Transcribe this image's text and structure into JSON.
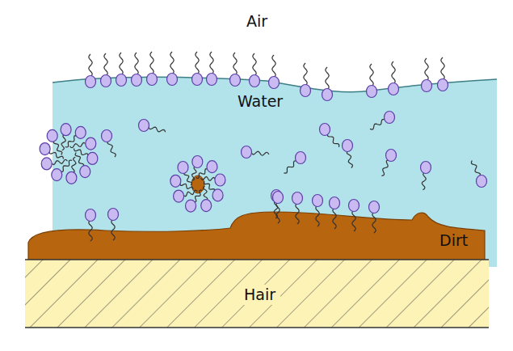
{
  "diagram": {
    "nodes": [
      {
        "text": [
          "Water"
        ]
      },
      {
        "text": [
          "Dirt"
        ]
      },
      {
        "text": [
          "Hair"
        ]
      }
    ],
    "labels": [
      "Air"
    ]
  }
}
